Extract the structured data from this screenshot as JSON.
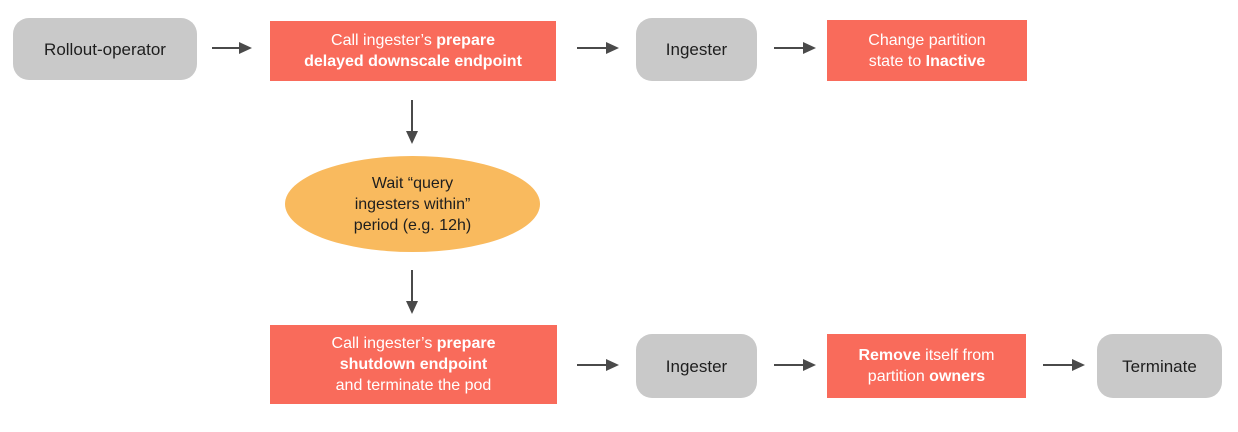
{
  "colors": {
    "node_red": "#F96B5B",
    "node_gray": "#C9C9C9",
    "node_orange": "#F9BA5E",
    "arrow": "#4A4A4A",
    "text_dark": "#1E1E1E",
    "text_light": "#FFFFFF"
  },
  "nodes": {
    "rollout_operator": {
      "label": "Rollout-operator"
    },
    "prepare_delayed_downscale": {
      "line1_regular": "Call ingester’s ",
      "line1_bold": "prepare",
      "line2_bold": "delayed downscale endpoint"
    },
    "ingester_top": {
      "label": "Ingester"
    },
    "change_partition_state": {
      "line1": "Change partition",
      "line2_regular": "state to ",
      "line2_bold": "Inactive"
    },
    "wait_period": {
      "line1": "Wait “query",
      "line2": "ingesters within”",
      "line3": "period (e.g. 12h)"
    },
    "prepare_shutdown": {
      "line1_regular": "Call ingester’s ",
      "line1_bold": "prepare",
      "line2_bold": "shutdown endpoint",
      "line3_regular": "and terminate the pod"
    },
    "ingester_bottom": {
      "label": "Ingester"
    },
    "remove_owners": {
      "line1_bold": "Remove",
      "line1_regular": " itself from",
      "line2_regular": "partition ",
      "line2_bold": "owners"
    },
    "terminate": {
      "label": "Terminate"
    }
  }
}
